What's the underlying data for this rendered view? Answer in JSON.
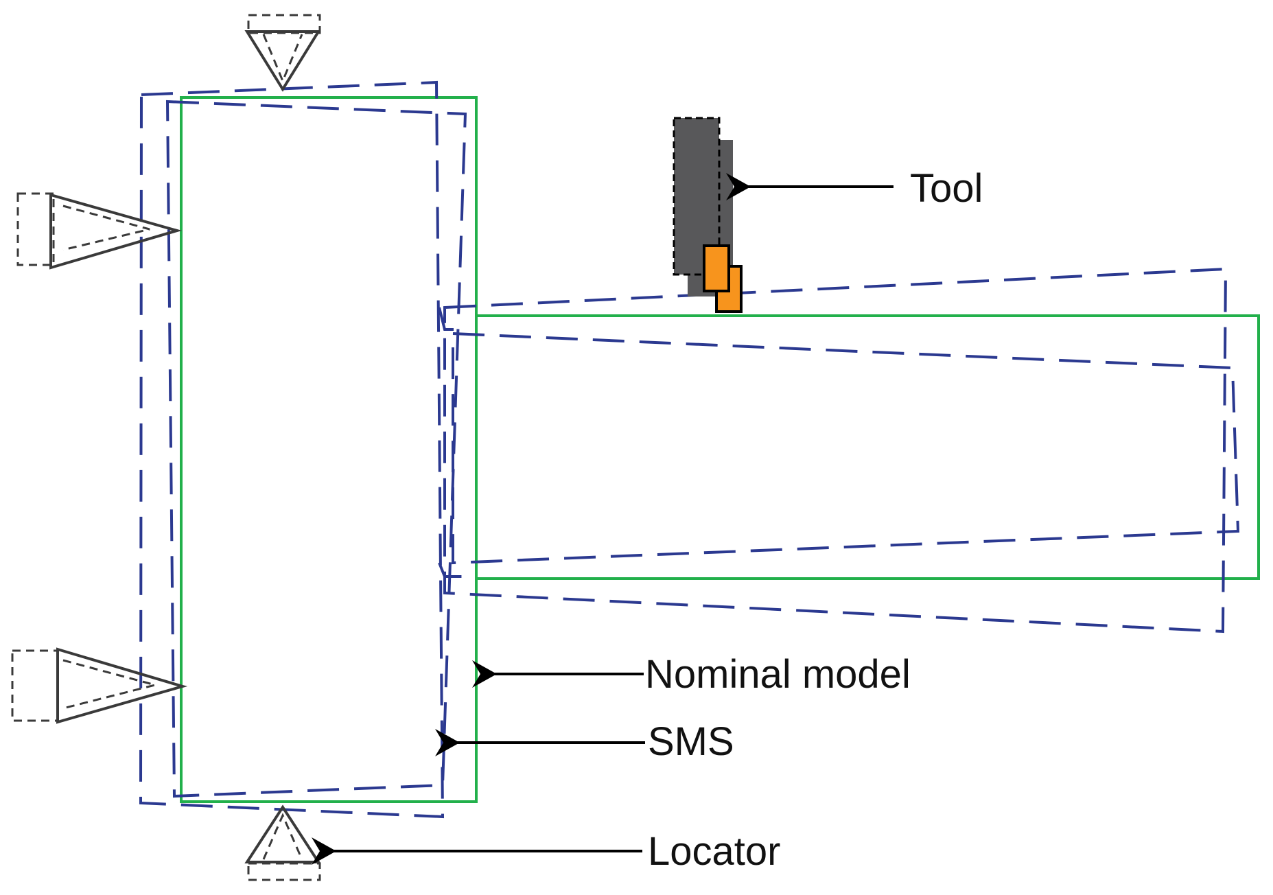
{
  "labels": {
    "tool": "Tool",
    "nominal_model": "Nominal model",
    "sms": "SMS",
    "locator": "Locator"
  },
  "colors": {
    "nominal_model": "#22b04b",
    "sms": "#2b3990",
    "locator": "#3a3a3a",
    "tool_body": "#58585a",
    "tool_insert": "#f7941d",
    "arrow": "#000000"
  },
  "icons": [
    "locator-triangle-icon",
    "tool-icon",
    "arrow-icon"
  ]
}
